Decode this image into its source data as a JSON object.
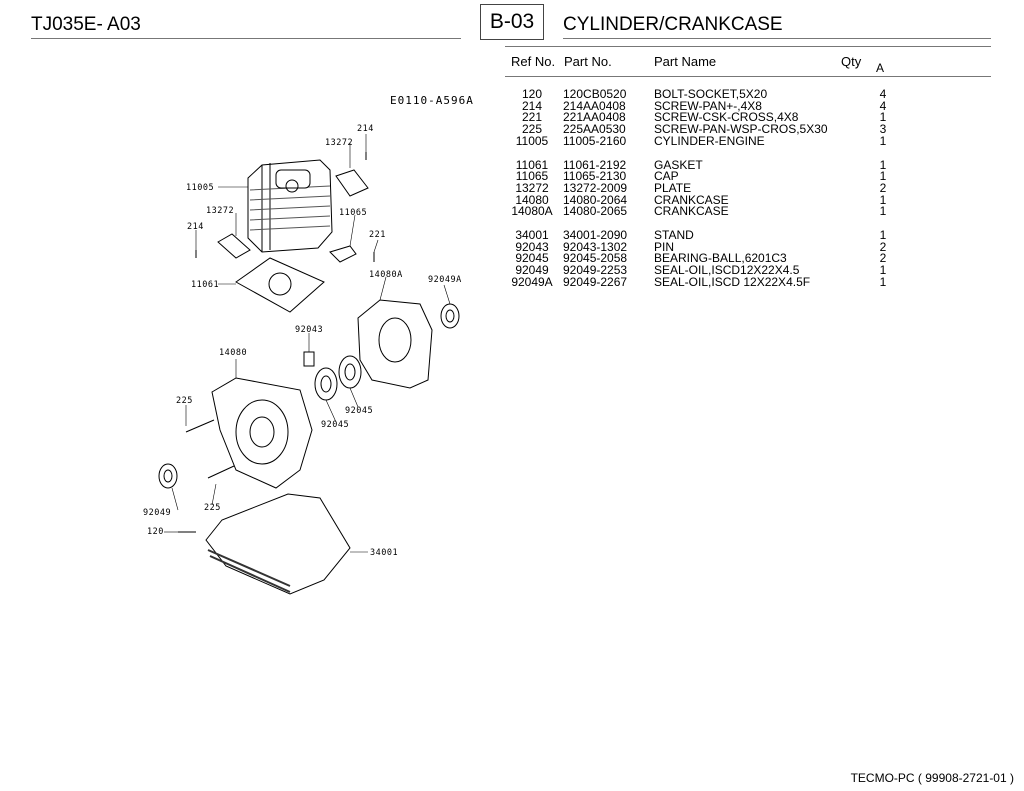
{
  "header": {
    "model": "TJ035E- A03",
    "badge": "B-03",
    "section_title": "CYLINDER/CRANKCASE"
  },
  "table": {
    "columns": {
      "ref": "Ref No.",
      "part": "Part No.",
      "name": "Part Name",
      "qty": "Qty",
      "qty_sub": "A"
    },
    "groups": [
      [
        {
          "ref": "120",
          "part": "120CB0520",
          "name": "BOLT-SOCKET,5X20",
          "qty": "4"
        },
        {
          "ref": "214",
          "part": "214AA0408",
          "name": "SCREW-PAN+-,4X8",
          "qty": "4"
        },
        {
          "ref": "221",
          "part": "221AA0408",
          "name": "SCREW-CSK-CROSS,4X8",
          "qty": "1"
        },
        {
          "ref": "225",
          "part": "225AA0530",
          "name": "SCREW-PAN-WSP-CROS,5X30",
          "qty": "3"
        },
        {
          "ref": "11005",
          "part": "11005-2160",
          "name": "CYLINDER-ENGINE",
          "qty": "1"
        }
      ],
      [
        {
          "ref": "11061",
          "part": "11061-2192",
          "name": "GASKET",
          "qty": "1"
        },
        {
          "ref": "11065",
          "part": "11065-2130",
          "name": "CAP",
          "qty": "1"
        },
        {
          "ref": "13272",
          "part": "13272-2009",
          "name": "PLATE",
          "qty": "2"
        },
        {
          "ref": "14080",
          "part": "14080-2064",
          "name": "CRANKCASE",
          "qty": "1"
        },
        {
          "ref": "14080A",
          "part": "14080-2065",
          "name": "CRANKCASE",
          "qty": "1"
        }
      ],
      [
        {
          "ref": "34001",
          "part": "34001-2090",
          "name": "STAND",
          "qty": "1"
        },
        {
          "ref": "92043",
          "part": "92043-1302",
          "name": "PIN",
          "qty": "2"
        },
        {
          "ref": "92045",
          "part": "92045-2058",
          "name": "BEARING-BALL,6201C3",
          "qty": "2"
        },
        {
          "ref": "92049",
          "part": "92049-2253",
          "name": "SEAL-OIL,ISCD12X22X4.5",
          "qty": "1"
        },
        {
          "ref": "92049A",
          "part": "92049-2267",
          "name": "SEAL-OIL,ISCD 12X22X4.5F",
          "qty": "1"
        }
      ]
    ]
  },
  "diagram": {
    "code": "E0110-A596A",
    "callouts": {
      "c214a": "214",
      "c13272a": "13272",
      "c11005": "11005",
      "c13272b": "13272",
      "c11065": "11065",
      "c214b": "214",
      "c221": "221",
      "c11061": "11061",
      "c14080A": "14080A",
      "c92049A": "92049A",
      "c92043": "92043",
      "c14080": "14080",
      "c225a": "225",
      "c92045a": "92045",
      "c92045b": "92045",
      "c92049": "92049",
      "c225b": "225",
      "c120": "120",
      "c34001": "34001"
    }
  },
  "footer": {
    "text": "TECMO-PC ( 99908-2721-01 )"
  }
}
